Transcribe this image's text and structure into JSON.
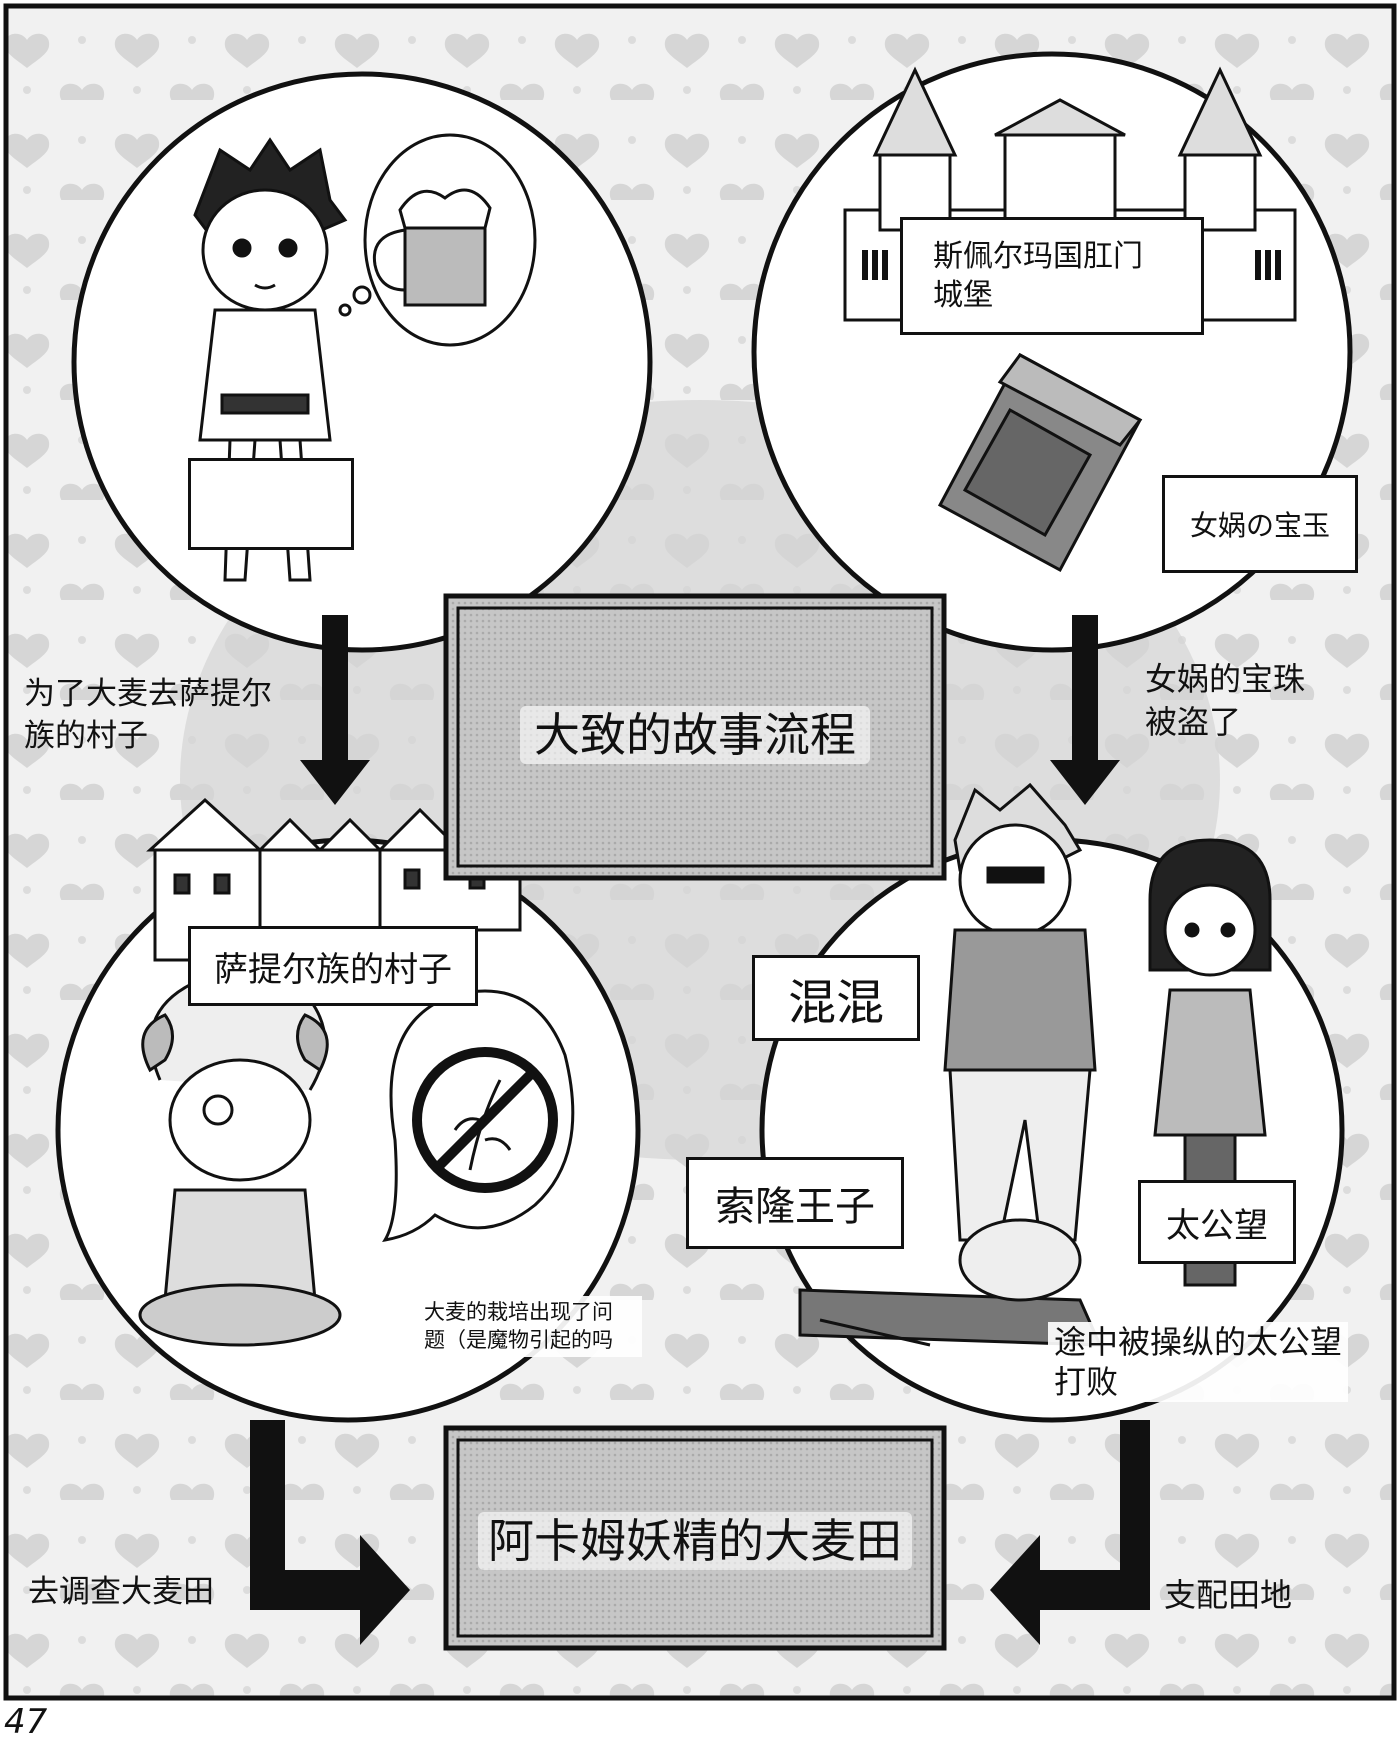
{
  "title": "大致的故事流程",
  "goal": "阿卡姆妖精的大麦田",
  "page_number": "47",
  "labels": {
    "castle": "斯佩尔玛国肛门城堡",
    "castle_line1": "斯佩尔玛国肛门",
    "castle_line2": "城堡",
    "jewel": "女娲の宝玉",
    "village": "萨提尔族的村子",
    "thug": "混混",
    "prince": "索隆王子",
    "taigong": "太公望"
  },
  "captions": {
    "left_arrow_line1": "为了大麦去萨提尔",
    "left_arrow_line2": "族的村子",
    "right_arrow_line1": "女娲的宝珠",
    "right_arrow_line2": "被盗了",
    "speech_line1": "大麦的栽培出现了问",
    "speech_line2": "题（是魔物引起的吗",
    "defeat_line1": "途中被操纵的太公望",
    "defeat_line2": "打败",
    "bottom_left": "去调查大麦田",
    "bottom_right": "支配田地"
  },
  "icons": [
    "heart-pattern",
    "beer-mug-icon",
    "castle-icon",
    "jewel-icon",
    "village-houses-icon",
    "no-wheat-icon",
    "down-arrow-icon",
    "elbow-arrow-icon"
  ],
  "colors": {
    "ink": "#111111",
    "paper": "#ffffff",
    "screen_tone": "#c8c8c8",
    "heart": "#d6d6d6"
  }
}
